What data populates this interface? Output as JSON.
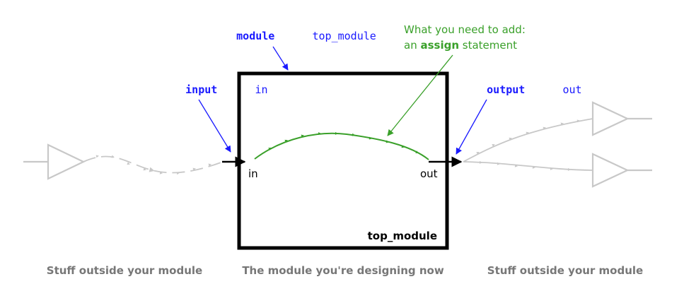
{
  "colors": {
    "background": "#ffffff",
    "module_border": "#000000",
    "keyword_blue": "#1a1aff",
    "add_green": "#3aa02a",
    "outside_gray": "#c8c8c8",
    "caption_gray": "#777777"
  },
  "module_label": {
    "keyword": "module",
    "name": "top_module"
  },
  "input_label": {
    "keyword": "input",
    "name": "in"
  },
  "output_label": {
    "keyword": "output",
    "name": "out"
  },
  "add_note": {
    "line1": "What you need to add:",
    "line2_prefix": "an ",
    "line2_bold": "assign",
    "line2_suffix": " statement"
  },
  "box": {
    "port_in": "in",
    "port_out": "out",
    "name": "top_module"
  },
  "captions": {
    "left": "Stuff outside your module",
    "center": "The module you're designing now",
    "right": "Stuff outside your module"
  }
}
